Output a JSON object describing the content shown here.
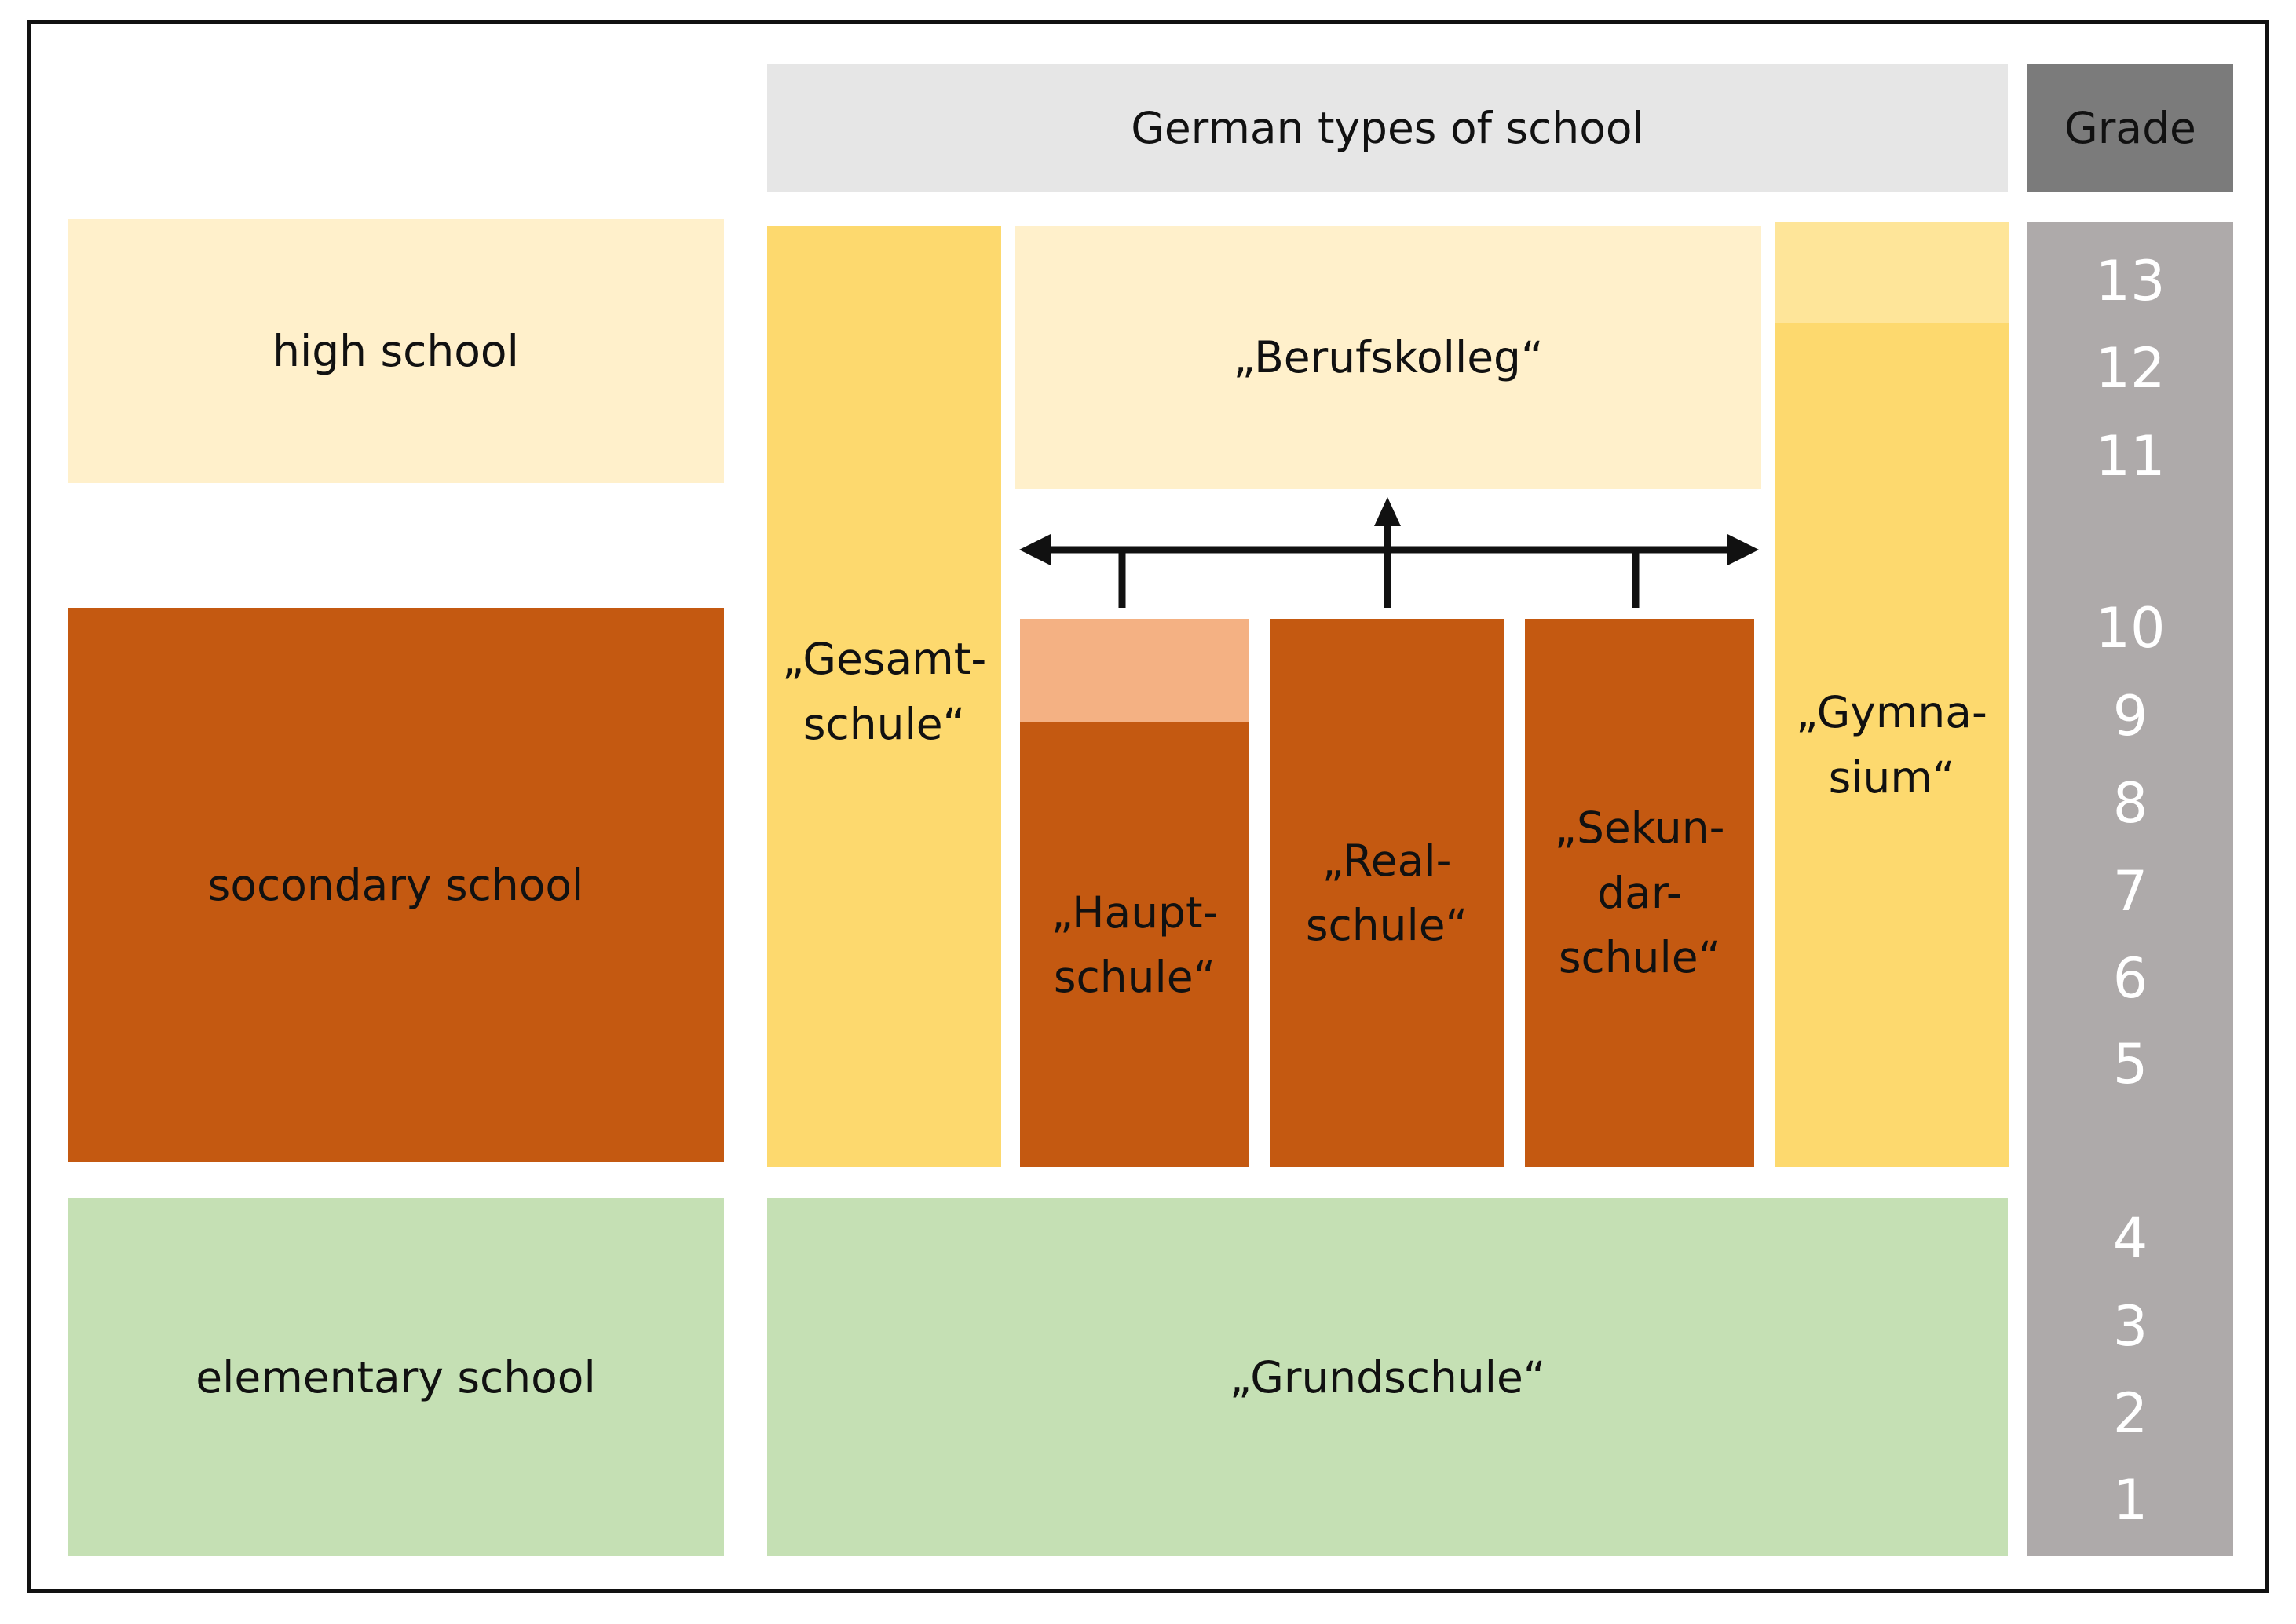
{
  "categories": {
    "high_school": "high school",
    "secondary_school": "socondary school",
    "elementary_school": "elementary school"
  },
  "header": {
    "title": "German types of school",
    "grade": "Grade"
  },
  "schools": {
    "gesamtschule": "„Gesamt-\nschule“",
    "berufskolleg": "„Berufskolleg“",
    "hauptschule": "„Haupt-\nschule“",
    "realschule": "„Real-\nschule“",
    "sekundarschule": "„Sekun-\ndar-\nschule“",
    "gymnasium": "„Gymna-\nsium“",
    "grundschule": "„Grundschule“"
  },
  "grades": [
    "13",
    "12",
    "11",
    "10",
    "9",
    "8",
    "7",
    "6",
    "5",
    "4",
    "3",
    "2",
    "1"
  ],
  "colors": {
    "light_yellow": "#fff0cb",
    "gold": "#fdd96e",
    "orange": "#c45911",
    "peach": "#f4b183",
    "green": "#c5e0b4",
    "header_gray": "#e6e6e6",
    "grade_header": "#7b7b7b",
    "grade_column": "#aeaaaa"
  }
}
